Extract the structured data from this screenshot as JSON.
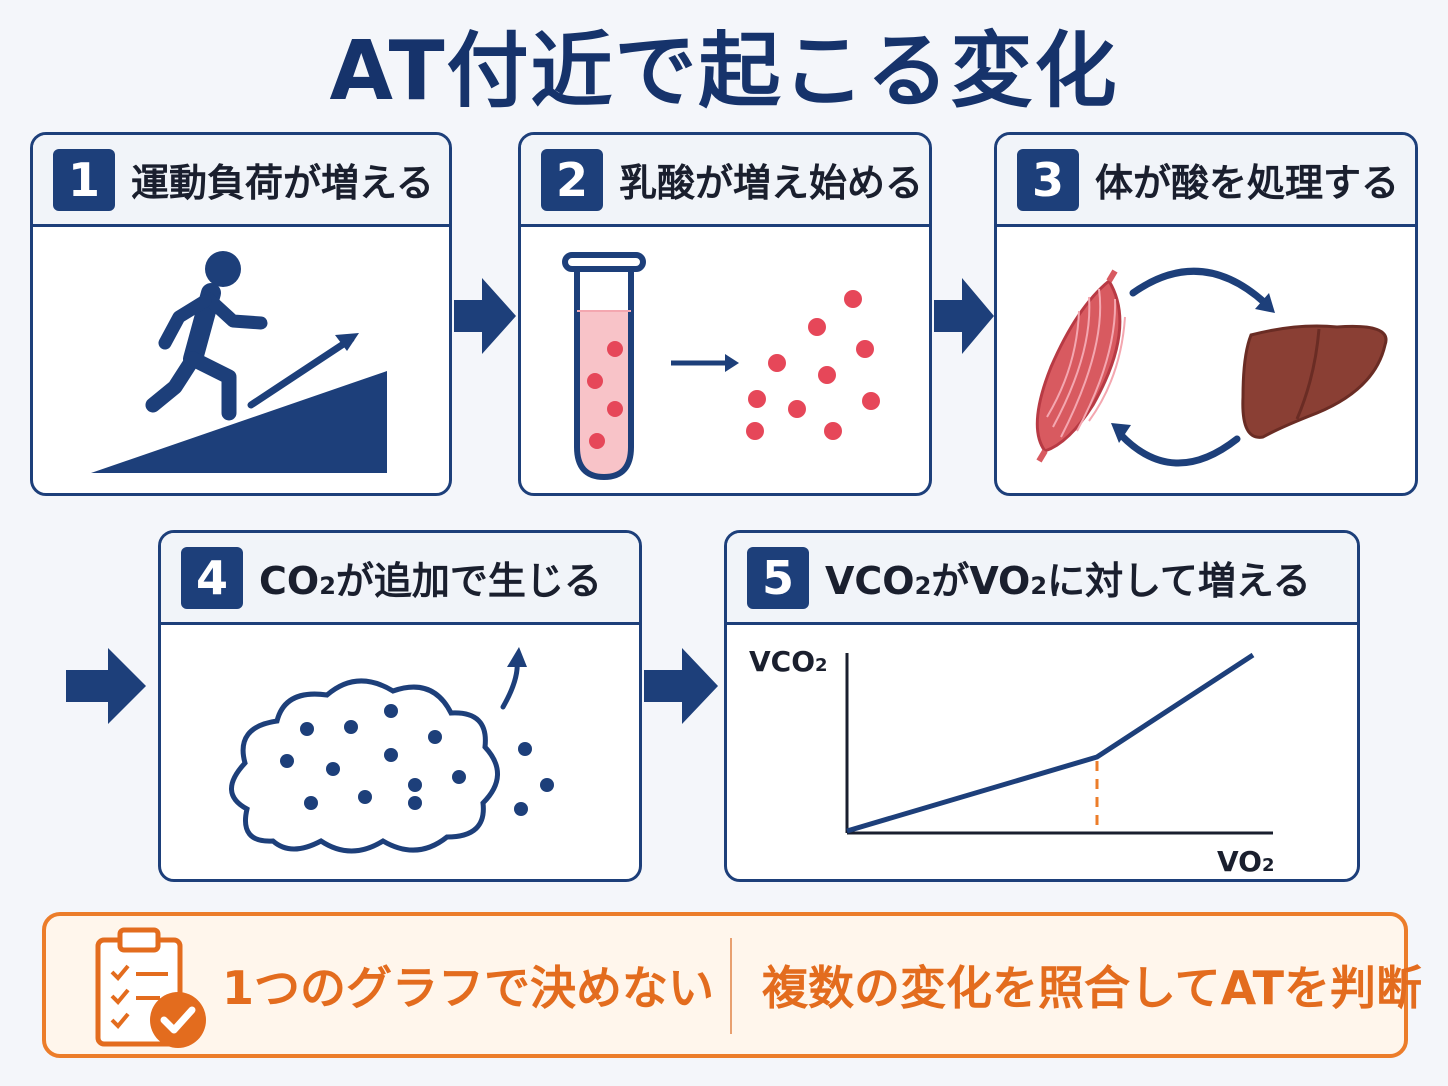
{
  "title": "AT付近で起こる変化",
  "panels": [
    {
      "num": "1",
      "title": "運動負荷が増える"
    },
    {
      "num": "2",
      "title": "乳酸が増え始める"
    },
    {
      "num": "3",
      "title": "体が酸を処理する"
    },
    {
      "num": "4",
      "title_parts": [
        "CO",
        "2",
        "が追加で生じる"
      ]
    },
    {
      "num": "5",
      "title_parts": [
        "VCO",
        "2",
        "がVO",
        "2",
        "に対して増える"
      ]
    }
  ],
  "graph": {
    "y_label": [
      "VCO",
      "2"
    ],
    "x_label": [
      "VO",
      "2"
    ]
  },
  "banner": {
    "left": "1つのグラフで決めない",
    "right": "複数の変化を照合してATを判断"
  },
  "colors": {
    "navy": "#1d3f7a",
    "orange": "#ec7d2a",
    "red_dots": "#e64759"
  }
}
